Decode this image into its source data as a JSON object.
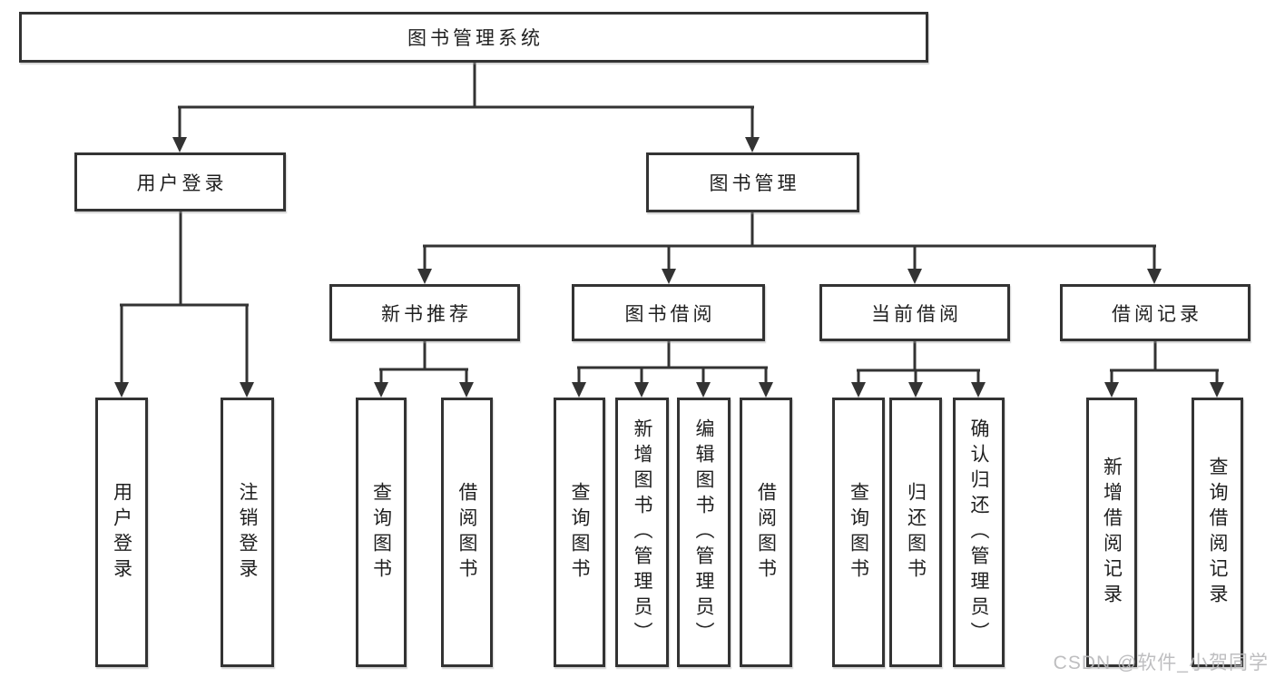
{
  "diagram": {
    "root": {
      "label": "图书管理系统",
      "children": [
        {
          "label": "用户登录",
          "children": [
            {
              "label": "用户登录"
            },
            {
              "label": "注销登录"
            }
          ]
        },
        {
          "label": "图书管理",
          "children": [
            {
              "label": "新书推荐",
              "children": [
                {
                  "label": "查询图书"
                },
                {
                  "label": "借阅图书"
                }
              ]
            },
            {
              "label": "图书借阅",
              "children": [
                {
                  "label": "查询图书"
                },
                {
                  "label": "新增图书（管理员）"
                },
                {
                  "label": "编辑图书（管理员）"
                },
                {
                  "label": "借阅图书"
                }
              ]
            },
            {
              "label": "当前借阅",
              "children": [
                {
                  "label": "查询图书"
                },
                {
                  "label": "归还图书"
                },
                {
                  "label": "确认归还（管理员）"
                }
              ]
            },
            {
              "label": "借阅记录",
              "children": [
                {
                  "label": "新增借阅记录"
                },
                {
                  "label": "查询借阅记录"
                }
              ]
            }
          ]
        }
      ]
    }
  },
  "watermark": {
    "text": "CSDN @软件_小贺同学"
  },
  "colors": {
    "line": "#333333",
    "box_border": "#333333",
    "box_fill": "#ffffff",
    "text": "#1f1f1f",
    "watermark": "#b9b9bb",
    "background": "#ffffff"
  }
}
